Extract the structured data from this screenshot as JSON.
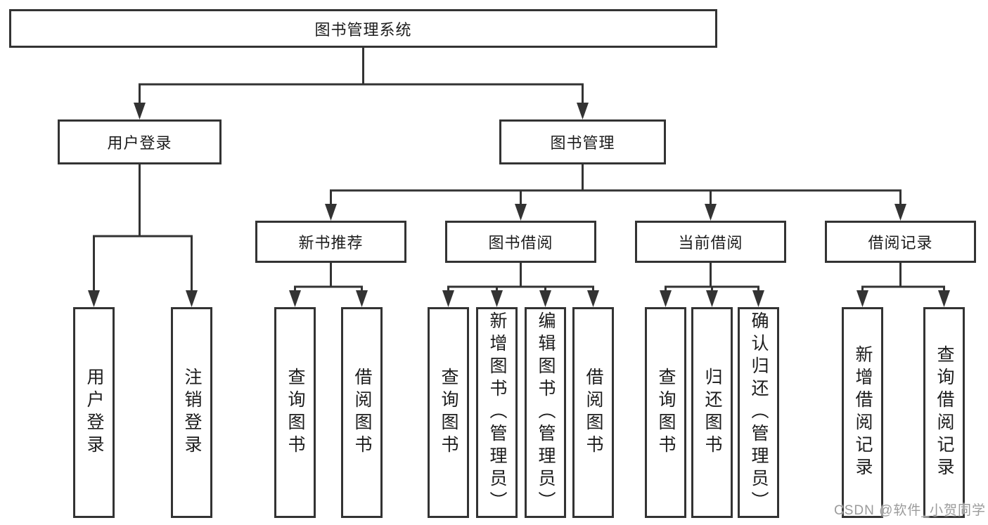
{
  "diagram": {
    "title": "图书管理系统",
    "root": {
      "label": "图书管理系统"
    },
    "branches": [
      {
        "label": "用户登录",
        "children": [
          {
            "label": "用户登录"
          },
          {
            "label": "注销登录"
          }
        ]
      },
      {
        "label": "图书管理",
        "children": [
          {
            "label": "新书推荐",
            "children": [
              {
                "label": "查询图书"
              },
              {
                "label": "借阅图书"
              }
            ]
          },
          {
            "label": "图书借阅",
            "children": [
              {
                "label": "查询图书"
              },
              {
                "label": "新增图书（管理员）"
              },
              {
                "label": "编辑图书（管理员）"
              },
              {
                "label": "借阅图书"
              }
            ]
          },
          {
            "label": "当前借阅",
            "children": [
              {
                "label": "查询图书"
              },
              {
                "label": "归还图书"
              },
              {
                "label": "确认归还（管理员）"
              }
            ]
          },
          {
            "label": "借阅记录",
            "children": [
              {
                "label": "新增借阅记录"
              },
              {
                "label": "查询借阅记录"
              }
            ]
          }
        ]
      }
    ]
  },
  "watermark": {
    "text": "CSDN @软件_小贺同学"
  },
  "colors": {
    "line": "#333333",
    "box_border": "#333333",
    "text": "#1c1c1c",
    "watermark": "#9b9b9b",
    "background": "#ffffff"
  }
}
